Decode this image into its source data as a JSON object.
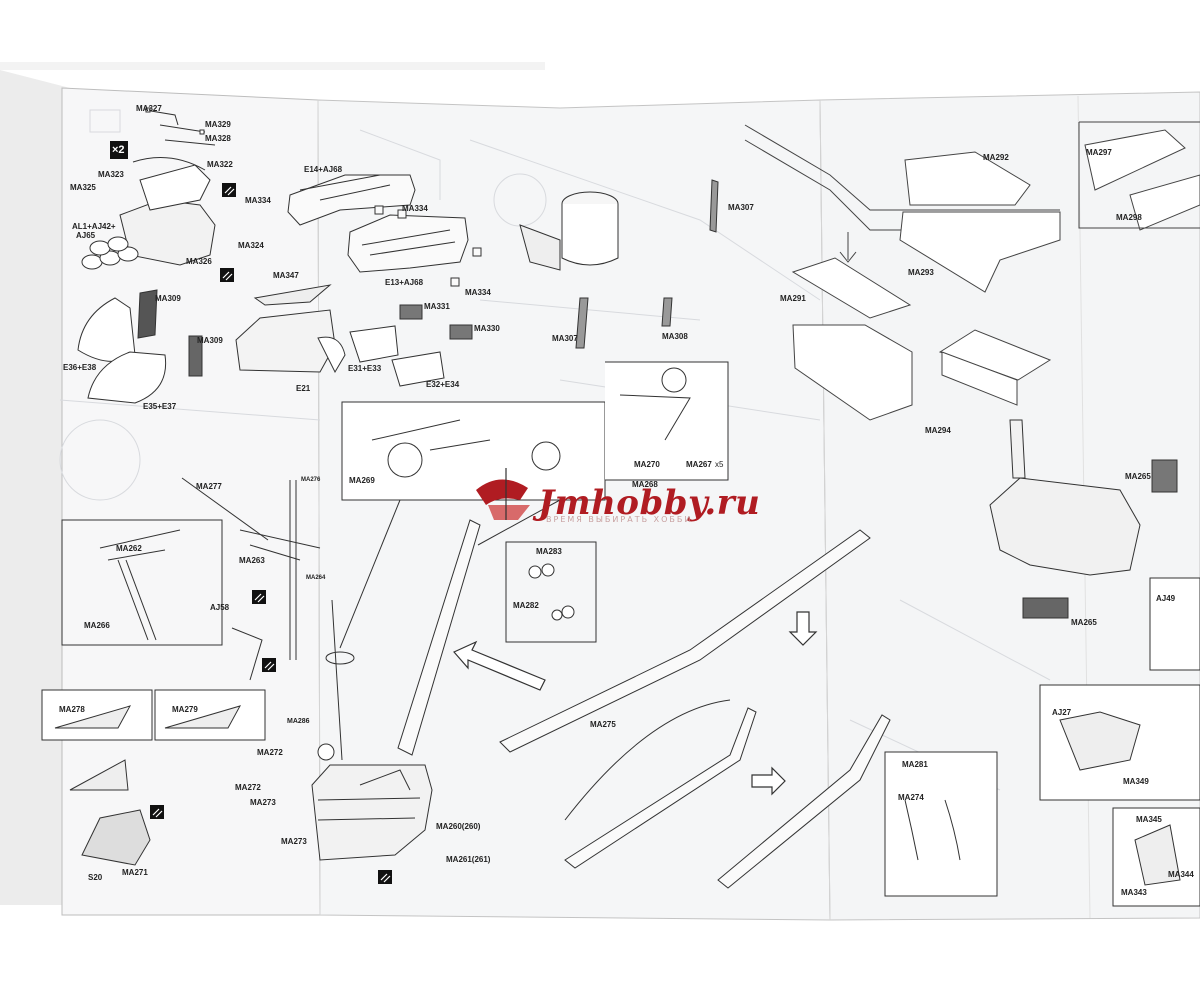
{
  "watermark": {
    "brand": "Jmhobby.ru",
    "tagline": "ВРЕМЯ ВЫБИРАТЬ   ХОББИ"
  },
  "badges": {
    "x2": "×2",
    "x5_suffix": "x5"
  },
  "labels": [
    "MA327",
    "MA329",
    "MA328",
    "MA322",
    "MA323",
    "MA325",
    "AL1+AJ42+",
    "AJ65",
    "MA334",
    "MA324",
    "MA326",
    "E14+AJ68",
    "MA334",
    "E13+AJ68",
    "MA334",
    "MA347",
    "MA309",
    "E36+E38",
    "MA309",
    "E35+E37",
    "E21",
    "MA331",
    "E31+E33",
    "MA330",
    "E32+E34",
    "MA307",
    "MA308",
    "MA307",
    "MA292",
    "MA293",
    "MA291",
    "MA294",
    "MA297",
    "MA298",
    "MA269",
    "MA270",
    "MA268",
    "MA267",
    "MA277",
    "MA276",
    "MA262",
    "MA263",
    "MA264",
    "MA266",
    "AJ58",
    "MA283",
    "MA282",
    "MA265",
    "MA265",
    "AJ49",
    "MA275",
    "MA278",
    "MA279",
    "MA286",
    "MA272",
    "MA272",
    "MA273",
    "MA273",
    "MA260(260)",
    "MA261(261)",
    "S20",
    "MA271",
    "MA281",
    "MA274",
    "AJ27",
    "MA349",
    "MA345",
    "MA344",
    "MA343"
  ]
}
